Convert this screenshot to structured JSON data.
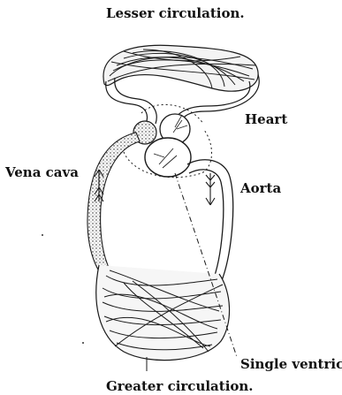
{
  "diagram": {
    "labels": {
      "lesser_circulation": "Lesser circulation.",
      "heart": "Heart",
      "vena_cava": "Vena cava",
      "aorta": "Aorta",
      "single_ventricle": "Single ventricle",
      "greater_circulation": "Greater circulation."
    },
    "ink_color": "#1a1a1a"
  }
}
